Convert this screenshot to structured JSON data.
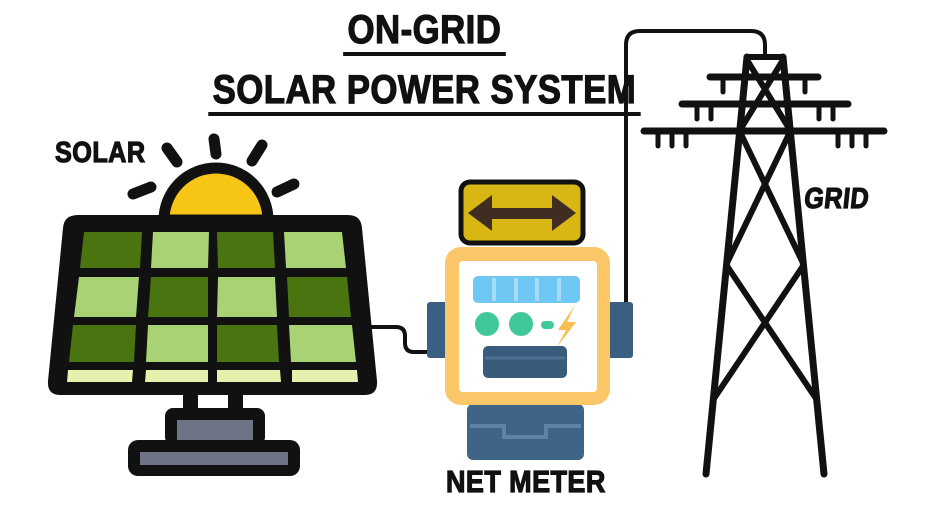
{
  "title": {
    "line1": "ON-GRID",
    "line2": "SOLAR POWER SYSTEM"
  },
  "labels": {
    "solar": "SOLAR",
    "grid": "GRID",
    "net_meter": "NET METER"
  },
  "icons": {
    "sun": "sun-icon",
    "solar_panel": "solar-panel-icon",
    "transmission_tower": "transmission-tower-icon",
    "net_meter": "net-meter-icon",
    "bidirectional_arrow": "bidirectional-arrow-icon",
    "lightning_bolt": "lightning-bolt-icon"
  },
  "colors": {
    "background": "#ffffff",
    "ink": "#111111",
    "panel_dark_green": "#4a7410",
    "panel_light_green": "#a8d274",
    "panel_pale_green": "#e7f0ac",
    "sun_yellow": "#f7c515",
    "stand_gray": "#6e7486",
    "sign_gold": "#d8b614",
    "arrow_brown": "#3e2d20",
    "meter_frame_yellow": "#fbc768",
    "meter_screen_white": "#ffffff",
    "meter_tab_blue": "#3b5f82",
    "meter_base_blue": "#3e6585",
    "meter_base_line_blue": "#5d83a6",
    "meter_display_blue": "#6fc7f4",
    "meter_display_divider": "#a6dcf7",
    "meter_teal": "#41c89a",
    "bolt_yellow": "#f9be4d",
    "meter_panel_navy": "#3a5c7c",
    "meter_panel_line": "#4e7294"
  }
}
